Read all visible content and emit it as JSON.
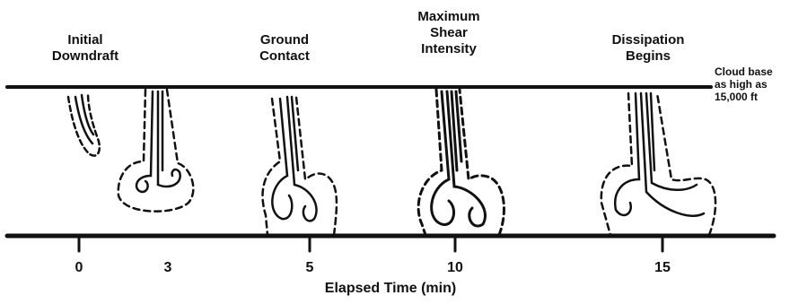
{
  "stages": [
    {
      "line1": "Initial",
      "line2": "Downdraft",
      "line3": ""
    },
    {
      "line1": "Ground",
      "line2": "Contact",
      "line3": ""
    },
    {
      "line1": "Maximum",
      "line2": "Shear",
      "line3": "Intensity"
    },
    {
      "line1": "Dissipation",
      "line2": "Begins",
      "line3": ""
    }
  ],
  "cloud_base_note": {
    "line1": "Cloud base",
    "line2": "as high as",
    "line3": "15,000 ft"
  },
  "ticks": [
    "0",
    "3",
    "5",
    "10",
    "15"
  ],
  "x_axis_label": "Elapsed Time (min)"
}
